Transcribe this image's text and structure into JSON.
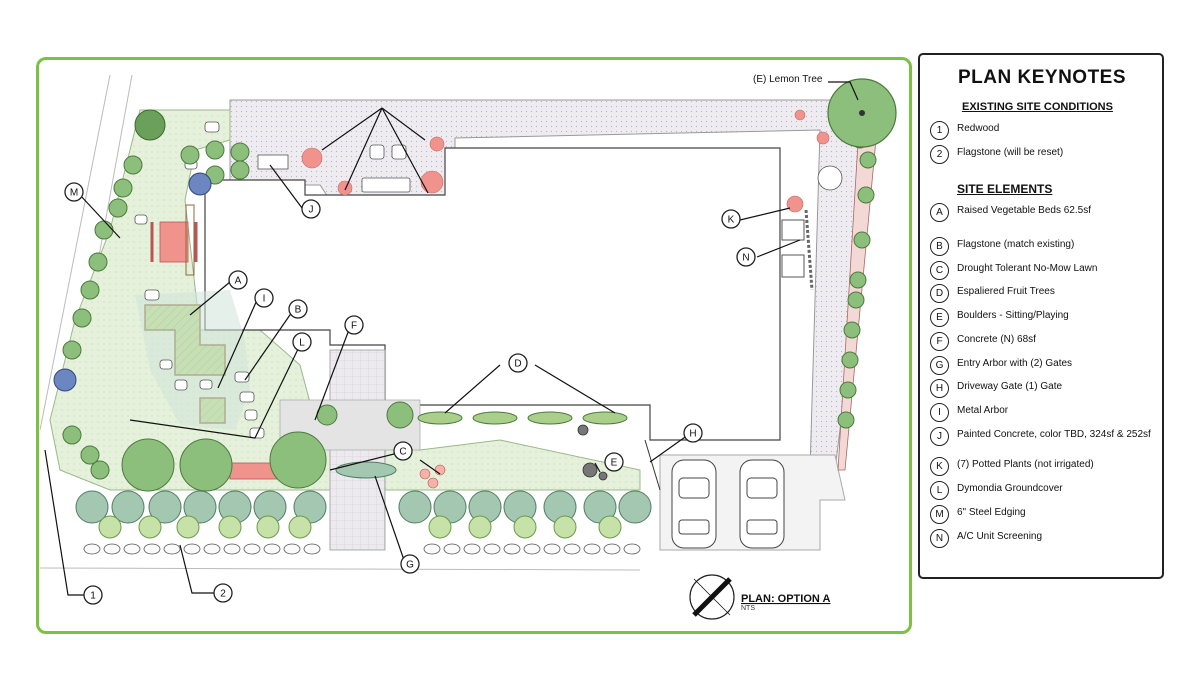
{
  "plan": {
    "title": "PLAN: OPTION A",
    "scale": "NTS",
    "lemon_tree_label": "(E) Lemon Tree",
    "callouts": {
      "A": "A",
      "B": "B",
      "C": "C",
      "D": "D",
      "E": "E",
      "F": "F",
      "G": "G",
      "H": "H",
      "I": "I",
      "J": "J",
      "K": "K",
      "L": "L",
      "M": "M",
      "N": "N",
      "n1": "1",
      "n2": "2"
    }
  },
  "keynotes": {
    "title": "PLAN KEYNOTES",
    "existing_heading": "EXISTING SITE CONDITIONS",
    "existing": [
      {
        "key": "1",
        "text": "Redwood"
      },
      {
        "key": "2",
        "text": "Flagstone (will be reset)"
      }
    ],
    "elements_heading": "SITE ELEMENTS",
    "elements": [
      {
        "key": "A",
        "text": "Raised Vegetable Beds 62.5sf"
      },
      {
        "key": "B",
        "text": "Flagstone (match existing)"
      },
      {
        "key": "C",
        "text": "Drought Tolerant No-Mow Lawn"
      },
      {
        "key": "D",
        "text": "Espaliered Fruit Trees"
      },
      {
        "key": "E",
        "text": "Boulders - Sitting/Playing"
      },
      {
        "key": "F",
        "text": "Concrete (N) 68sf"
      },
      {
        "key": "G",
        "text": "Entry Arbor with (2) Gates"
      },
      {
        "key": "H",
        "text": "Driveway Gate (1) Gate"
      },
      {
        "key": "I",
        "text": "Metal Arbor"
      },
      {
        "key": "J",
        "text": "Painted Concrete, color TBD, 324sf & 252sf"
      },
      {
        "key": "K",
        "text": "(7) Potted Plants (not irrigated)"
      },
      {
        "key": "L",
        "text": "Dymondia Groundcover"
      },
      {
        "key": "M",
        "text": "6\" Steel Edging"
      },
      {
        "key": "N",
        "text": "A/C Unit Screening"
      }
    ]
  },
  "colors": {
    "frame": "#7cc242",
    "lawn": "#e3f0d8",
    "paving": "#ece9ef",
    "vegetable_bed": "#bcd98a",
    "salmon": "#f0938c",
    "tree_green": "#8dbf7c"
  }
}
